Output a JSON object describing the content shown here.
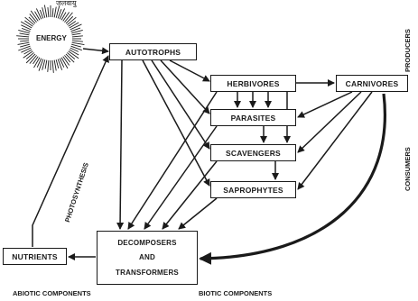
{
  "top_fragment": "जलवायु",
  "nodes": {
    "energy": "ENERGY",
    "autotrophs": "AUTOTROPHS",
    "herbivores": "HERBIVORES",
    "carnivores": "CARNIVORES",
    "parasites": "PARASITES",
    "scavengers": "SCAVENGERS",
    "saprophytes": "SAPROPHYTES",
    "decomposers_line1": "DECOMPOSERS",
    "decomposers_line2": "AND",
    "decomposers_line3": "TRANSFORMERS",
    "nutrients": "NUTRIENTS"
  },
  "labels": {
    "photosynthesis": "PHOTOSYNTHESIS",
    "producers": "PRODUCERS",
    "consumers": "CONSUMERS",
    "abiotic": "ABIOTIC COMPONENTS",
    "biotic": "BIOTIC COMPONENTS"
  },
  "stroke_color": "#1a1a1a"
}
